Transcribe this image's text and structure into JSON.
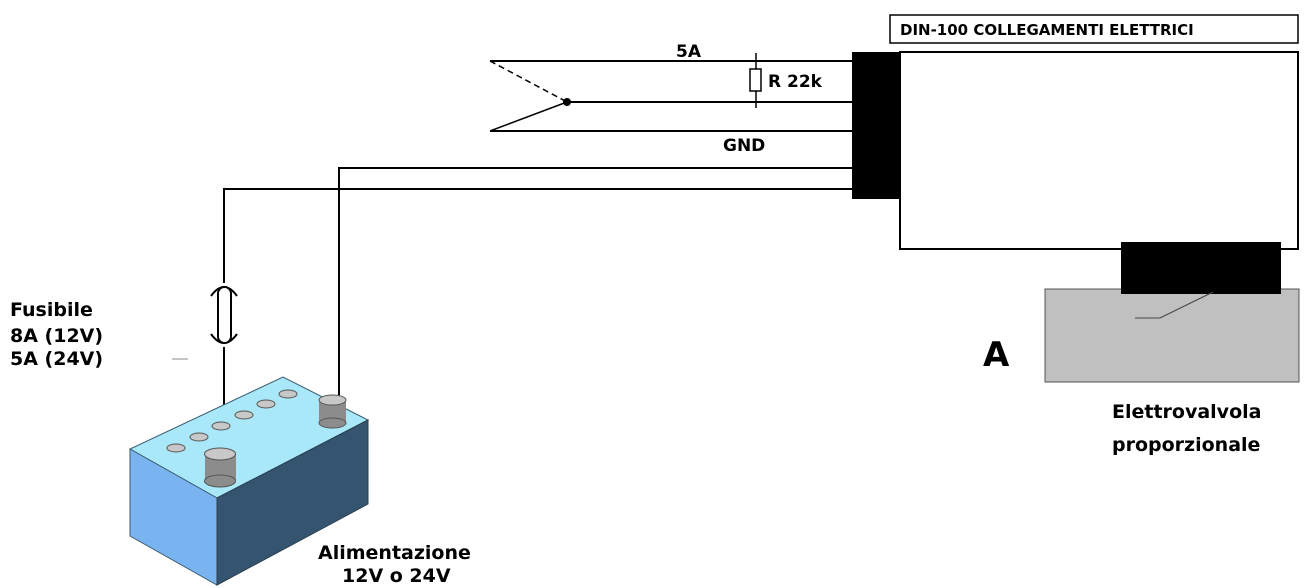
{
  "title": "DIN-100  COLLEGAMENTI ELETTRICI",
  "wires": {
    "top_label": "5A",
    "resistor_label": "R 22k",
    "gnd_label": "GND"
  },
  "fuse": {
    "title": "Fusibile",
    "rating_12v": "8A  (12V)",
    "rating_24v": "5A  (24V)"
  },
  "power": {
    "label_line1": "Alimentazione",
    "label_line2": "12V o 24V"
  },
  "valve": {
    "marker": "A",
    "label_line1": "Elettrovalvola",
    "label_line2": "proporzionale"
  },
  "colors": {
    "battery_top": "#a8e8f8",
    "battery_front": "#7ab4f0",
    "battery_side": "#35546f",
    "valve_body": "#c0c0c0"
  }
}
